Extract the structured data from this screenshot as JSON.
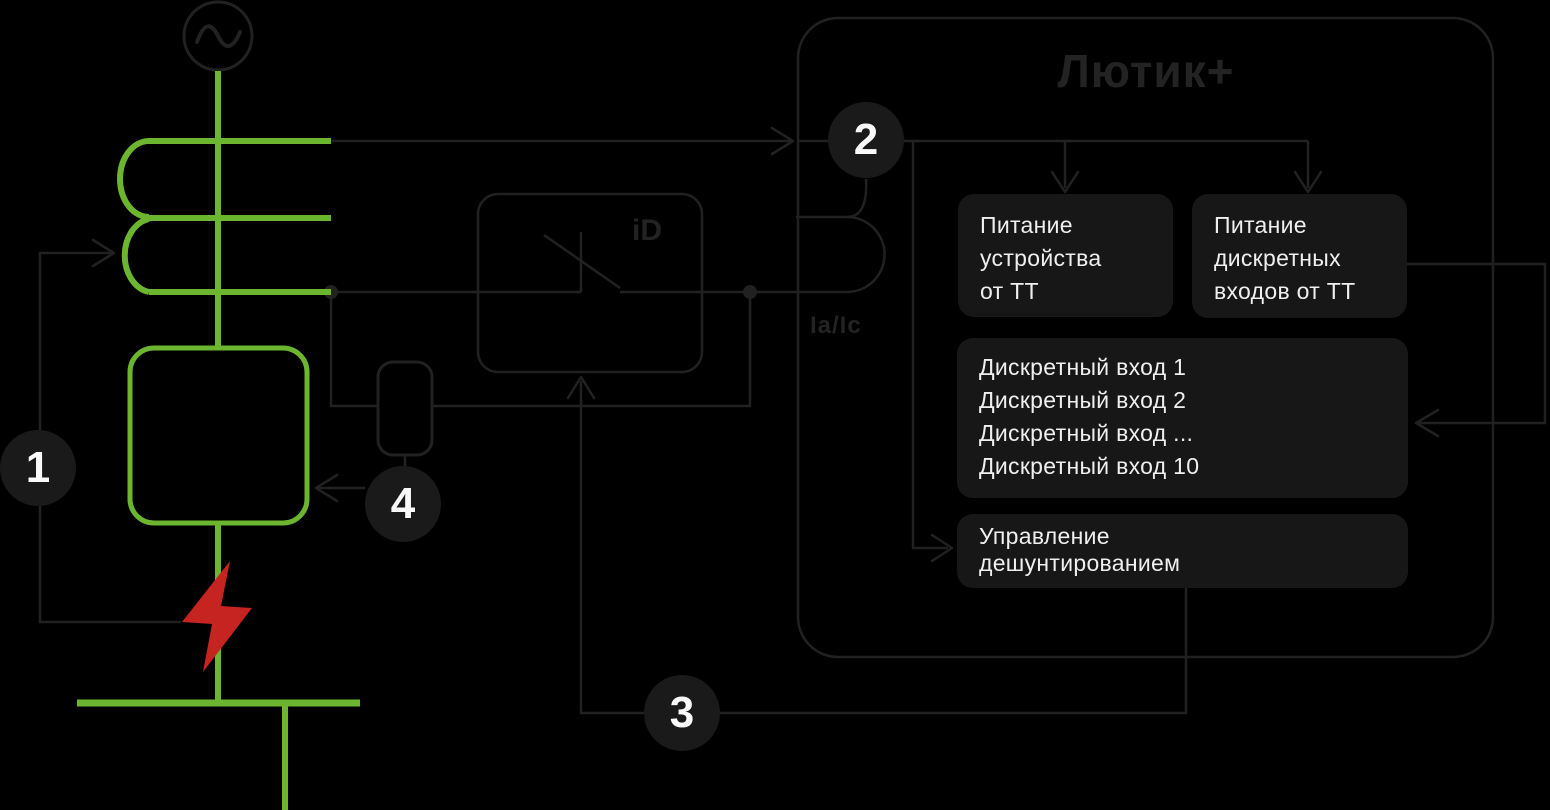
{
  "colors": {
    "background": "#000000",
    "panel": "#171717",
    "line": "#212121",
    "dim": "#232323",
    "green": "#6cb52f",
    "red": "#c62420",
    "text": "#efefef",
    "marker-bg": "#1a1a1a",
    "marker-text": "#fafafa"
  },
  "device": {
    "title": "Лютик+"
  },
  "labels": {
    "switch_id": "iD",
    "current": "Ia/Ic"
  },
  "markers": {
    "m1": "1",
    "m2": "2",
    "m3": "3",
    "m4": "4"
  },
  "blocks": {
    "power_device": "Питание\nустройства\nот ТТ",
    "power_discrete_inputs": "Питание\nдискретных\nвходов от ТТ",
    "discrete_inputs": "Дискретный вход 1\nДискретный вход 2\nДискретный вход ...\nДискретный вход 10",
    "deshunt_control": "Управление\nдешунтированием"
  }
}
